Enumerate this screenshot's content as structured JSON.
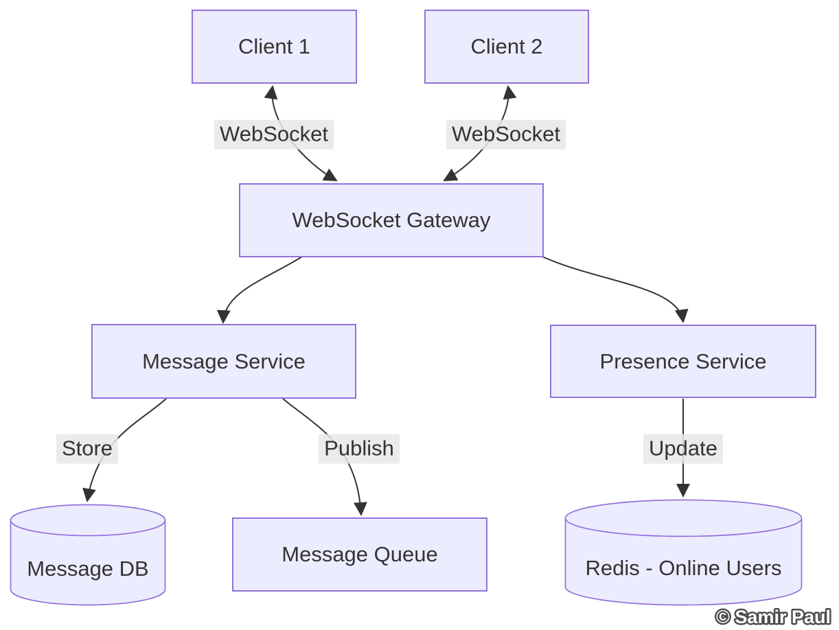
{
  "diagram": {
    "type": "flowchart",
    "nodes": [
      {
        "id": "client1",
        "label": "Client 1",
        "shape": "rect"
      },
      {
        "id": "client2",
        "label": "Client 2",
        "shape": "rect"
      },
      {
        "id": "gateway",
        "label": "WebSocket Gateway",
        "shape": "rect"
      },
      {
        "id": "message_service",
        "label": "Message Service",
        "shape": "rect"
      },
      {
        "id": "presence_service",
        "label": "Presence Service",
        "shape": "rect"
      },
      {
        "id": "message_db",
        "label": "Message DB",
        "shape": "cylinder"
      },
      {
        "id": "message_queue",
        "label": "Message Queue",
        "shape": "rect"
      },
      {
        "id": "redis",
        "label": "Redis - Online Users",
        "shape": "cylinder"
      }
    ],
    "edges": [
      {
        "from": "client1",
        "to": "gateway",
        "label": "WebSocket",
        "bidirectional": true
      },
      {
        "from": "client2",
        "to": "gateway",
        "label": "WebSocket",
        "bidirectional": true
      },
      {
        "from": "gateway",
        "to": "message_service",
        "label": "",
        "bidirectional": false
      },
      {
        "from": "gateway",
        "to": "presence_service",
        "label": "",
        "bidirectional": false
      },
      {
        "from": "message_service",
        "to": "message_db",
        "label": "Store",
        "bidirectional": false
      },
      {
        "from": "message_service",
        "to": "message_queue",
        "label": "Publish",
        "bidirectional": false
      },
      {
        "from": "presence_service",
        "to": "redis",
        "label": "Update",
        "bidirectional": false
      }
    ],
    "colors": {
      "node_fill": "#ECECFF",
      "node_border": "#9370DB",
      "edge_stroke": "#333333",
      "text": "#333333",
      "edge_label_bg": "#e8e8e8",
      "background": "#ffffff"
    }
  },
  "watermark": {
    "text": "© Samir Paul"
  }
}
